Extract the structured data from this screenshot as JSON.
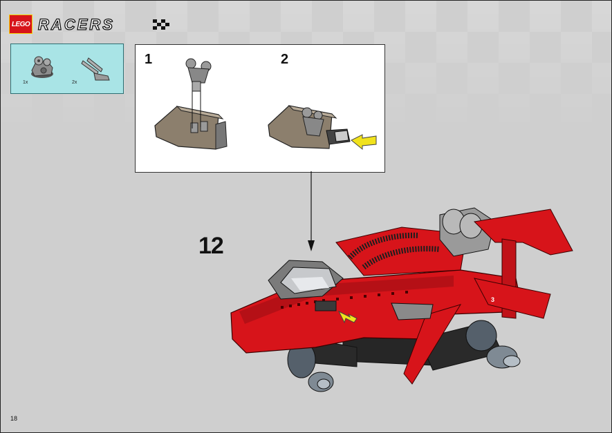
{
  "header": {
    "brand_logo": "LEGO",
    "series_logo": "RACERS"
  },
  "parts_list": [
    {
      "icon": "gray-connector-piece-icon",
      "count": "1x"
    },
    {
      "icon": "gray-axle-pin-pair-icon",
      "count": "2x"
    }
  ],
  "substeps": [
    {
      "number": "1"
    },
    {
      "number": "2"
    }
  ],
  "main_step": {
    "number": "12",
    "callout_number": "3"
  },
  "page_number": "18",
  "colors": {
    "body_red": "#d7141a",
    "parts_bg": "#a9e4e6",
    "arrow_yellow": "#f1e21c",
    "page_bg": "#cfcfcf"
  }
}
